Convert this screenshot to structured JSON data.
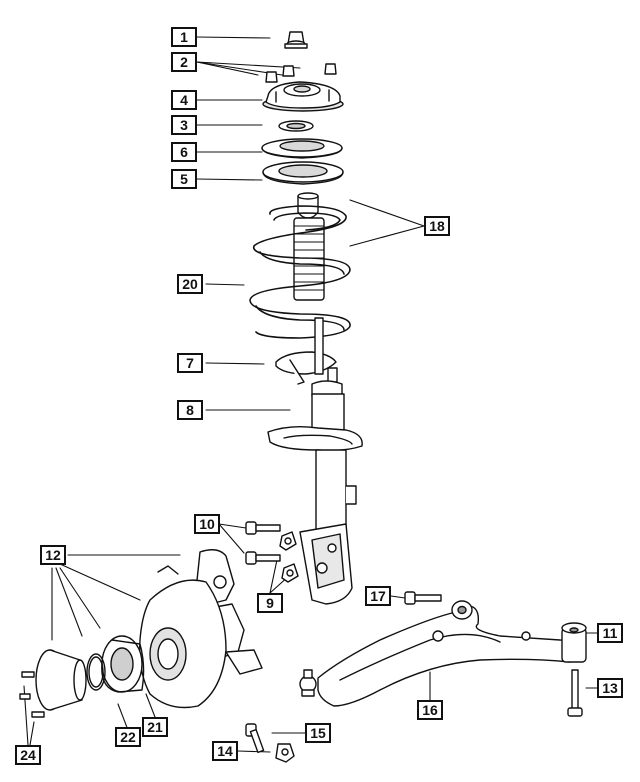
{
  "diagram": {
    "callouts": [
      {
        "id": "c1",
        "label": "1"
      },
      {
        "id": "c2",
        "label": "2"
      },
      {
        "id": "c4",
        "label": "4"
      },
      {
        "id": "c3",
        "label": "3"
      },
      {
        "id": "c6",
        "label": "6"
      },
      {
        "id": "c5",
        "label": "5"
      },
      {
        "id": "c18",
        "label": "18"
      },
      {
        "id": "c20",
        "label": "20"
      },
      {
        "id": "c7",
        "label": "7"
      },
      {
        "id": "c8",
        "label": "8"
      },
      {
        "id": "c10",
        "label": "10"
      },
      {
        "id": "c12",
        "label": "12"
      },
      {
        "id": "c9",
        "label": "9"
      },
      {
        "id": "c17",
        "label": "17"
      },
      {
        "id": "c11",
        "label": "11"
      },
      {
        "id": "c13",
        "label": "13"
      },
      {
        "id": "c16",
        "label": "16"
      },
      {
        "id": "c15",
        "label": "15"
      },
      {
        "id": "c14",
        "label": "14"
      },
      {
        "id": "c21",
        "label": "21"
      },
      {
        "id": "c22",
        "label": "22"
      },
      {
        "id": "c24",
        "label": "24"
      }
    ]
  },
  "colors": {
    "line": "#111111",
    "fill": "#ffffff",
    "shade": "#d9d9d9",
    "dark": "#555555"
  }
}
